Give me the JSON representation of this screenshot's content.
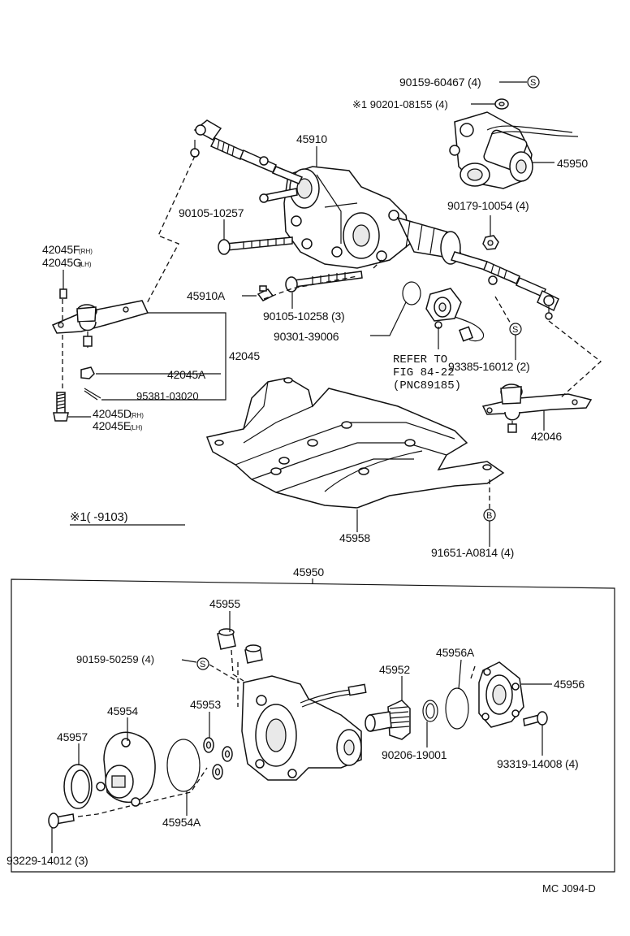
{
  "labels": {
    "p90159_60467": "90159-60467 (4)",
    "p90201_08155": "※1 90201-08155 (4)",
    "p45910": "45910",
    "p45950_top": "45950",
    "p90105_10257": "90105-10257",
    "p90179_10054": "90179-10054 (4)",
    "p42045F": "42045F",
    "p42045G": "42045G",
    "p45910A": "45910A",
    "p90105_10258": "90105-10258 (3)",
    "p90301_39006": "90301-39006",
    "p42045": "42045",
    "refer_1": "REFER TO",
    "refer_2": "FIG 84-22",
    "refer_3": "(PNC89185)",
    "p93385_16012": "93385-16012 (2)",
    "p42045A": "42045A",
    "p95381_03020": "95381-03020",
    "p42045D": "42045D",
    "p42045E": "42045E",
    "p42046": "42046",
    "note_1": "※1(        -9103)",
    "p45958": "45958",
    "p91651_A0814": "91651-A0814 (4)",
    "p45950_box": "45950",
    "p45955": "45955",
    "p90159_50259": "90159-50259 (4)",
    "p45952": "45952",
    "p45956A": "45956A",
    "p45956": "45956",
    "p45954": "45954",
    "p45953": "45953",
    "p45957": "45957",
    "p90206_19001": "90206-19001",
    "p93319_14008": "93319-14008 (4)",
    "p45954A": "45954A",
    "p93229_14012": "93229-14012 (3)",
    "diagram_code": "MC J094-D"
  },
  "icons": [
    "circle-s-symbol",
    "circle-b-symbol"
  ]
}
